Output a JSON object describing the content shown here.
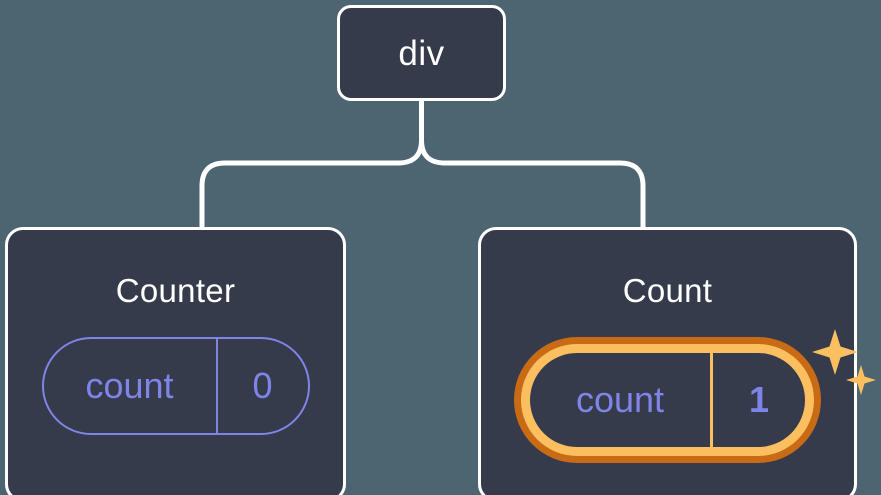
{
  "canvas": {
    "background_color": "#4d6570",
    "node_fill_color": "#353b4a",
    "node_border_color": "#ffffff",
    "connector_color": "#ffffff",
    "state_accent_color": "#7f85e8",
    "highlight_outer_color": "#c96a14",
    "highlight_inner_color": "#fbbf60"
  },
  "tree": {
    "root": {
      "label": "div"
    },
    "children": [
      {
        "title": "Counter",
        "state": {
          "key": "count",
          "value": "0",
          "highlighted": false
        }
      },
      {
        "title": "Count",
        "state": {
          "key": "count",
          "value": "1",
          "highlighted": true
        },
        "decoration": "sparkles-icon"
      }
    ]
  }
}
